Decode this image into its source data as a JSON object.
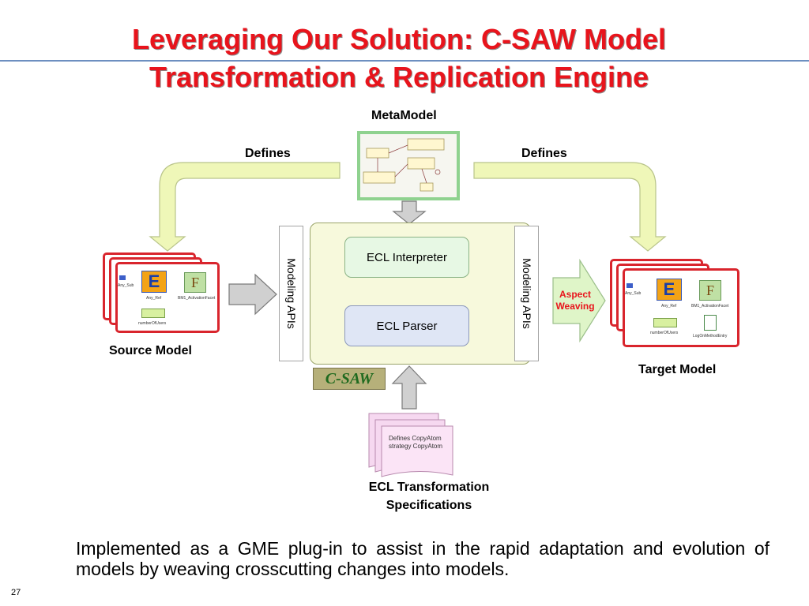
{
  "slide": {
    "title_line1": "Leveraging Our Solution: C-SAW Model",
    "title_line2": "Transformation & Replication Engine",
    "page_number": "27"
  },
  "diagram": {
    "metamodel_label": "MetaModel",
    "defines_left": "Defines",
    "defines_right": "Defines",
    "ecl_interpreter": "ECL Interpreter",
    "ecl_parser": "ECL Parser",
    "modeling_apis_left": "Modeling  APIs",
    "modeling_apis_right": "Modeling  APIs",
    "aspect_weaving_line1": "Aspect",
    "aspect_weaving_line2": "Weaving",
    "source_model_label": "Source Model",
    "target_model_label": "Target Model",
    "spec_doc_line1": "Defines CopyAtom",
    "spec_doc_line2": "strategy CopyAtom",
    "spec_label_line1": "ECL Transformation",
    "spec_label_line2": "Specifications",
    "csaw_logo_text": "C-SAW",
    "source_model": {
      "e_letter": "E",
      "f_letter": "F",
      "e_caption": "Any_Ref",
      "f_caption": "BM1_ActivationFacet",
      "any_sub": "Any_Sub",
      "number_caption": "numberOfUsers"
    },
    "target_model": {
      "e_letter": "E",
      "f_letter": "F",
      "e_caption": "Any_Ref",
      "f_caption": "BM1_ActivationFacet",
      "any_sub": "Any_Sub",
      "number_caption": "numberOfUsers",
      "log_caption": "LogOnMethodEntry"
    },
    "colors": {
      "title_red": "#e8141c",
      "interpreter_green": "#e7f8e4",
      "parser_blue": "#dfe6f5",
      "core_yellow": "#f7f9dc",
      "weaving_arrow": "#dff5c8",
      "defines_arrow": "#eff7b8",
      "model_border": "#d9252d"
    }
  },
  "description": "Implemented as a GME plug-in to assist in the rapid adaptation and evolution of models by weaving crosscutting changes into models."
}
